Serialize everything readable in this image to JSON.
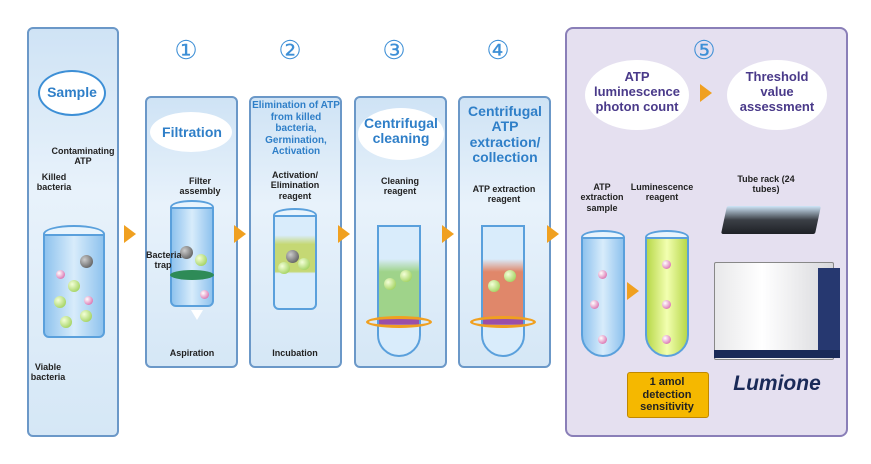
{
  "steps": [
    {
      "id": "sample",
      "number": "",
      "title": "Sample",
      "labels": [
        "Contaminating ATP",
        "Killed bacteria",
        "Viable bacteria"
      ]
    },
    {
      "id": "filtration",
      "number": "①",
      "title": "Filtration",
      "labels": [
        "Filter assembly",
        "Bacteria trap",
        "Aspiration"
      ]
    },
    {
      "id": "elimination",
      "number": "②",
      "title": "Elimination of ATP from killed bacteria, Germination, Activation",
      "labels": [
        "Activation/ Elimination reagent",
        "Incubation"
      ]
    },
    {
      "id": "cleaning",
      "number": "③",
      "title": "Centrifugal cleaning",
      "labels": [
        "Cleaning reagent"
      ]
    },
    {
      "id": "extraction",
      "number": "④",
      "title": "Centrifugal ATP extraction/ collection",
      "labels": [
        "ATP extraction reagent"
      ]
    },
    {
      "id": "measurement",
      "number": "⑤",
      "title_left": "ATP luminescence photon count",
      "title_right": "Threshold value assessment",
      "labels": [
        "ATP extraction sample",
        "Luminescence reagent",
        "Tube rack (24 tubes)"
      ],
      "badge": "1 amol detection sensitivity",
      "brand": "Lumione"
    }
  ],
  "colors": {
    "accent_blue": "#3d8fd6",
    "arrow_orange": "#f0a020",
    "purple": "#4a3a8a",
    "badge": "#f5b800"
  }
}
